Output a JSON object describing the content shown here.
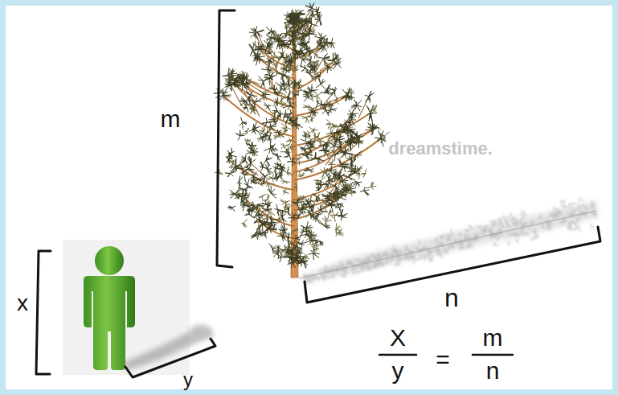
{
  "diagram": {
    "labels": [
      "m",
      "dreamstime.",
      "x",
      "n",
      "X",
      "m",
      "=",
      "y",
      "n",
      "y"
    ]
  }
}
